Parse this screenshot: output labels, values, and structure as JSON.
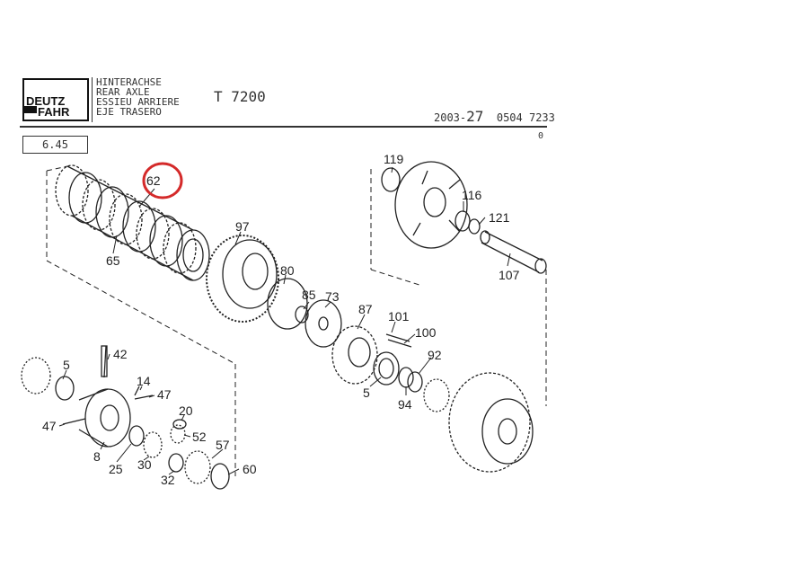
{
  "header": {
    "brand_line1": "DEUTZ",
    "brand_line2": "FAHR",
    "title_lines": [
      "HINTERACHSE",
      "REAR AXLE",
      "ESSIEU ARRIERE",
      "EJE TRASERO"
    ],
    "model": "T 7200",
    "date_prefix": "2003-",
    "date_week": "27",
    "part_number": "0504 7233",
    "revision": "0",
    "section": "6.45"
  },
  "callouts": {
    "c62": "62",
    "c65": "65",
    "c97": "97",
    "c80": "80",
    "c85": "85",
    "c73": "73",
    "c87": "87",
    "c101": "101",
    "c100": "100",
    "c92": "92",
    "c94": "94",
    "c5b": "5",
    "c119": "119",
    "c116": "116",
    "c121": "121",
    "c107": "107",
    "c42": "42",
    "c5a": "5",
    "c14": "14",
    "c47a": "47",
    "c47b": "47",
    "c20": "20",
    "c52": "52",
    "c57": "57",
    "c60": "60",
    "c8": "8",
    "c25": "25",
    "c30": "30",
    "c32": "32"
  },
  "highlight": {
    "callout": "62",
    "color": "#d42a2a"
  },
  "colors": {
    "line": "#222222",
    "highlight": "#d42a2a"
  }
}
